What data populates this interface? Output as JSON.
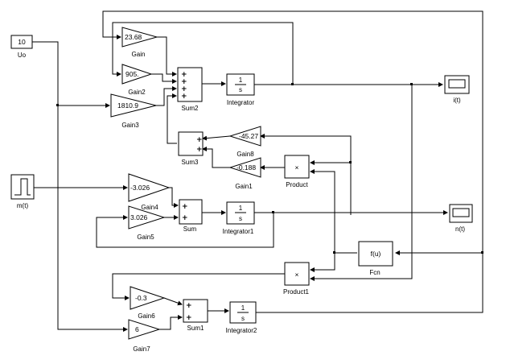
{
  "blocks": {
    "uo": {
      "label": "Uo",
      "value": "10"
    },
    "mt": {
      "label": "m(t)"
    },
    "gain": {
      "label": "Gain",
      "value": "23.68"
    },
    "gain2": {
      "label": "Gain2",
      "value": "905."
    },
    "gain3": {
      "label": "Gain3",
      "value": "1810.9"
    },
    "gain8": {
      "label": "Gain8",
      "value": "-45.27"
    },
    "gain1": {
      "label": "Gain1",
      "value": "-0.188"
    },
    "gain4": {
      "label": "Gain4",
      "value": "-3.026"
    },
    "gain5": {
      "label": "Gain5",
      "value": "3.026"
    },
    "gain6": {
      "label": "Gain6",
      "value": "-0.3"
    },
    "gain7": {
      "label": "Gain7",
      "value": "6"
    },
    "sum2": {
      "label": "Sum2",
      "signs": "++++"
    },
    "sum3": {
      "label": "Sum3",
      "signs": "++"
    },
    "sum": {
      "label": "Sum",
      "signs": "++"
    },
    "sum1": {
      "label": "Sum1",
      "signs": "++"
    },
    "integrator": {
      "label": "Integrator",
      "numerator": "1",
      "denominator": "s"
    },
    "integrator1": {
      "label": "Integrator1",
      "numerator": "1",
      "denominator": "s"
    },
    "integrator2": {
      "label": "Integrator2",
      "numerator": "1",
      "denominator": "s"
    },
    "product": {
      "label": "Product",
      "symbol": "×"
    },
    "product1": {
      "label": "Product1",
      "symbol": "×"
    },
    "fcn": {
      "label": "Fcn",
      "expression": "f(u)"
    },
    "scope_i": {
      "label": "i(t)"
    },
    "scope_n": {
      "label": "n(t)"
    }
  }
}
